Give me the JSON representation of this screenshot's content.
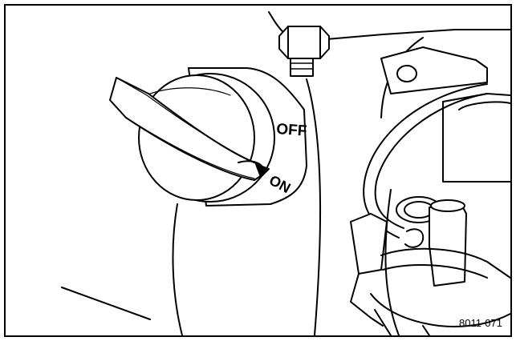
{
  "labels": {
    "off": "OFF",
    "on": "ON"
  },
  "figure_number": "8011-071",
  "colors": {
    "line": "#000000",
    "background": "#ffffff"
  }
}
